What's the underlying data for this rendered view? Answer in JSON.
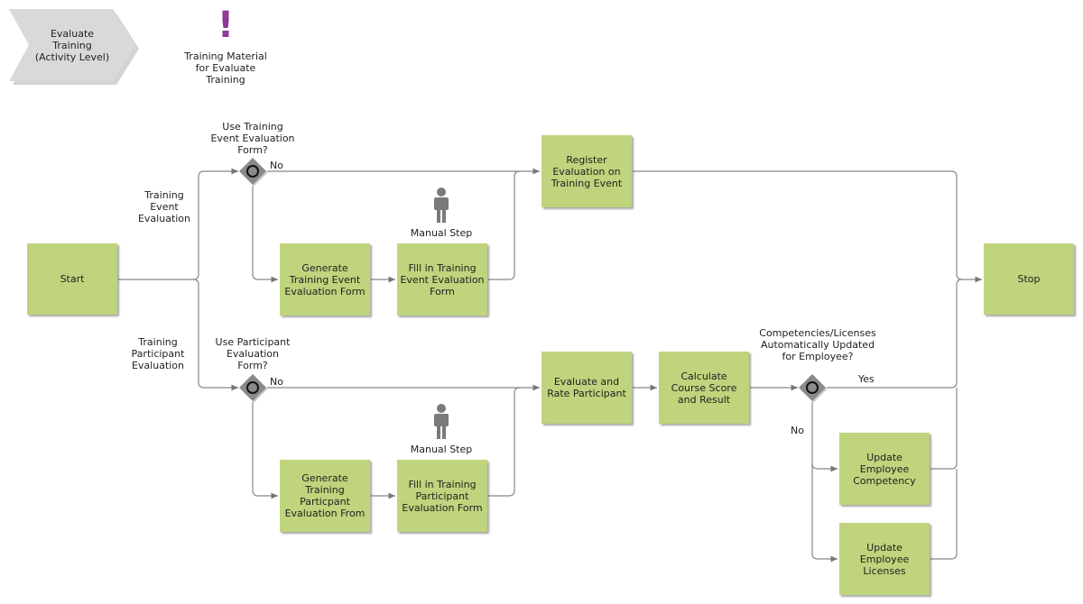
{
  "header": {
    "process_title": "Evaluate\nTraining\n(Activity Level)",
    "material_label": "Training Material\nfor Evaluate\nTraining"
  },
  "nodes": {
    "start": "Start",
    "stop": "Stop",
    "register": "Register\nEvaluation on\nTraining Event",
    "gen_event_form": "Generate\nTraining Event\nEvaluation Form",
    "fill_event_form": "Fill in Training\nEvent Evaluation\nForm",
    "evaluate_rate": "Evaluate and\nRate Participant",
    "calc_score": "Calculate\nCourse Score\nand Result",
    "gen_part_form": "Generate\nTraining\nParticpant\nEvaluation From",
    "fill_part_form": "Fill in Training\nParticipant\nEvaluation Form",
    "update_competency": "Update\nEmployee\nCompetency",
    "update_licenses": "Update\nEmployee\nLicenses"
  },
  "gateways": {
    "event_form": "Use Training\nEvent Evaluation\nForm?",
    "participant_form": "Use Participant\nEvaluation\nForm?",
    "competencies": "Competencies/Licenses\nAutomatically Updated\nfor Employee?"
  },
  "branch_labels": {
    "training_event": "Training\nEvent\nEvaluation",
    "training_participant": "Training\nParticipant\nEvaluation",
    "no_1": "No",
    "no_2": "No",
    "yes": "Yes",
    "no_3": "No"
  },
  "annotations": {
    "manual_step_1": "Manual Step",
    "manual_step_2": "Manual Step"
  },
  "colors": {
    "activity_fill": "#bfd47c",
    "line": "#888888",
    "gateway": "#8a8a8a",
    "chevron": "#d9d9d9",
    "exclamation": "#8e3a93",
    "person": "#7a7a7a"
  },
  "icons": [
    "exclamation-icon",
    "person-icon",
    "gateway-icon",
    "chevron-shape"
  ]
}
